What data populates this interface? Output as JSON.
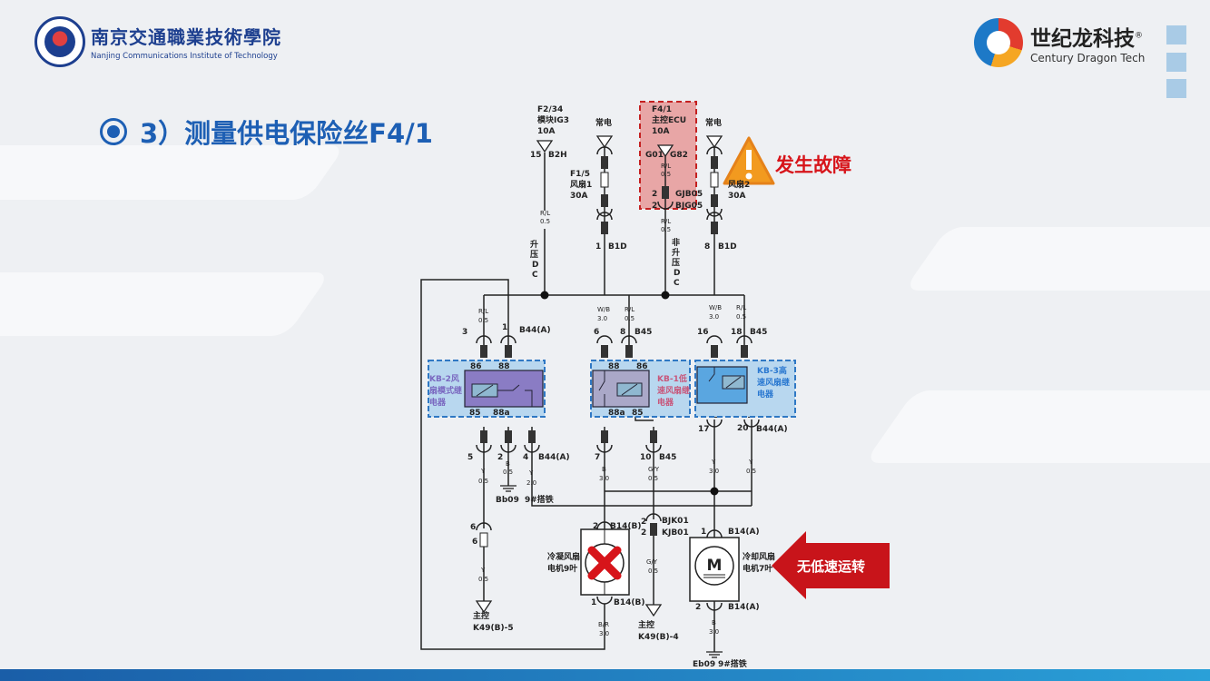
{
  "header": {
    "school_name": "南京交通職業技術學院",
    "school_name_en": "Nanjing Communications Institute of Technology",
    "brand_name": "世纪龙科技",
    "brand_name_en": "Century Dragon Tech",
    "registered_mark": "®"
  },
  "title": {
    "text": "3）测量供电保险丝F4/1",
    "bullet_icon": "radio-bullet-icon"
  },
  "annotations": {
    "fault_text": "发生故障",
    "fault_icon": "warning-icon",
    "no_low_speed": "无低速运转",
    "fault_color": "#d7141a"
  },
  "diagram": {
    "f234": [
      "F2/34",
      "模块IG3",
      "10A"
    ],
    "f234_pin": "15",
    "f234_conn": "B2H",
    "w1": [
      "R/L",
      "0.5"
    ],
    "boost_dc": [
      "升",
      "压",
      "D",
      "C"
    ],
    "always1": "常电",
    "f15": [
      "F1/5",
      "风扇1",
      "30A"
    ],
    "pin1": "1",
    "b1d": "B1D",
    "f41": [
      "F4/1",
      "主控ECU",
      "10A"
    ],
    "g01": "G01",
    "g82": "G82",
    "w2": [
      "R/L",
      "0.5"
    ],
    "gjb05_pin": "2",
    "gjb05": "GJB05",
    "bjg05_pin": "2",
    "bjg05": "BJG05",
    "w3": [
      "R/L",
      "0.5"
    ],
    "nonboost": [
      "非",
      "升",
      "压",
      "D",
      "C"
    ],
    "always2": "常电",
    "f2": [
      "风扇2",
      "30A"
    ],
    "pin8": "8",
    "kb2": {
      "label": [
        "KB-2风",
        "扇模式继",
        "电器"
      ],
      "p86": "86",
      "p88": "88",
      "p85": "85",
      "p88a": "88a",
      "pin3": "3",
      "pin1": "1",
      "conn": "B44(A)",
      "wire3": [
        "R/L",
        "0.5"
      ],
      "pin5": "5",
      "pin2": "2",
      "pin4": "4",
      "conn2": "B44(A)",
      "w5": [
        "Y",
        "0.5"
      ],
      "w2": [
        "B",
        "0.5"
      ],
      "w4": [
        "Y",
        "2.0"
      ]
    },
    "kb1": {
      "label": [
        "KB-1低",
        "速风扇继",
        "电器"
      ],
      "p88": "88",
      "p86": "86",
      "p88a": "88a",
      "p85": "85",
      "pin6": "6",
      "pin8": "8",
      "conn": "B45",
      "w6": [
        "W/B",
        "3.0"
      ],
      "w8": [
        "R/L",
        "0.5"
      ],
      "pin7": "7",
      "pin10": "10",
      "conn2": "B45",
      "w7": [
        "B",
        "3.0"
      ],
      "w10": [
        "G/Y",
        "0.5"
      ]
    },
    "kb3": {
      "label": [
        "KB-3高",
        "速风扇继",
        "电器"
      ],
      "pin16": "16",
      "pin18": "18",
      "conn": "B45",
      "w16": [
        "W/B",
        "3.0"
      ],
      "w18": [
        "R/L",
        "0.5"
      ],
      "pin17": "17",
      "pin20": "20",
      "conn2": "B44(A)",
      "w17": [
        "Y",
        "3.0"
      ],
      "w20": [
        "Y",
        "0.5"
      ]
    },
    "ground1": [
      "Bb09",
      "9#搭铁"
    ],
    "left_pin6a": "6",
    "left_pin6b": "6",
    "left_wire": [
      "Y",
      "0.5"
    ],
    "left_dest": [
      "主控",
      "K49(B)-5"
    ],
    "motor9": {
      "label": [
        "冷凝风扇",
        "电机9叶"
      ],
      "pin_top": "2",
      "conn_top": "B14(B)",
      "pin_bot": "1",
      "conn_bot": "B14(B)",
      "wire": [
        "B/R",
        "3.0"
      ]
    },
    "bjk": {
      "pin_a": "2",
      "conn_a": "BJK01",
      "pin_b": "2",
      "conn_b": "KJB01",
      "wire": [
        "G/Y",
        "0.5"
      ],
      "dest": [
        "主控",
        "K49(B)-4"
      ]
    },
    "motor7": {
      "label": [
        "冷却风扇",
        "电机7叶"
      ],
      "symbol": "M",
      "pin_top": "1",
      "conn_top": "B14(A)",
      "pin_bot": "2",
      "conn_bot": "B14(A)",
      "wire": [
        "B",
        "3.0"
      ]
    },
    "ground2": [
      "Eb09",
      "9#搭铁"
    ]
  }
}
